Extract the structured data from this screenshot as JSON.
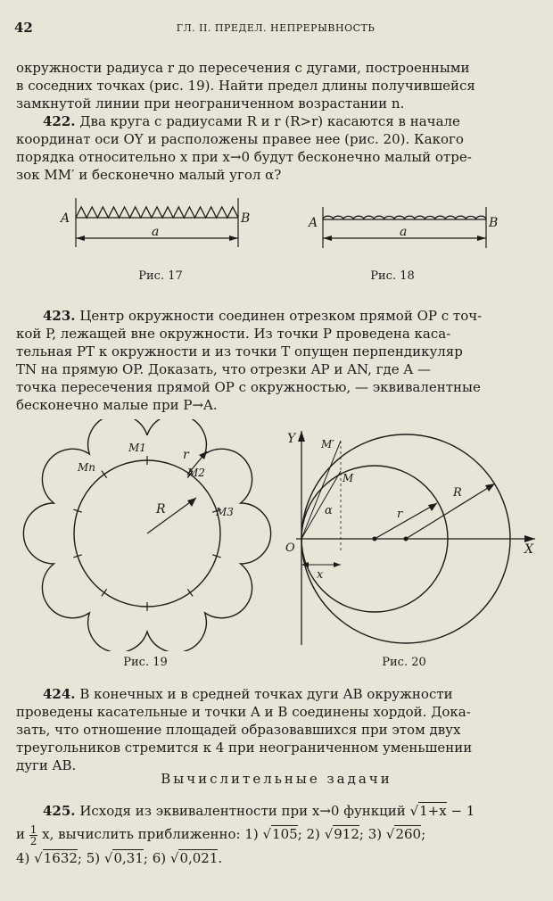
{
  "header": {
    "page_number": "42",
    "running_title": "ГЛ. II. ПРЕДЕЛ. НЕПРЕРЫВНОСТЬ"
  },
  "intro": {
    "line1": "окружности радиуса r до пересечения с дугами, построенными",
    "line2": "в соседних точках (рис. 19). Найти предел длины получившейся",
    "line3": "замкнутой линии при неограниченном возрастании n."
  },
  "p422": {
    "num": "422.",
    "line1": " Два круга с радиусами R и r (R>r) касаются в начале",
    "line2": "координат оси OY и расположены правее нее (рис. 20). Какого",
    "line3": "порядка относительно x при x→0 будут бесконечно малый отре-",
    "line4": "зок MM′ и бесконечно малый угол α?"
  },
  "fig17": {
    "label_a": "A",
    "label_b": "B",
    "length": "a",
    "caption": "Рис. 17",
    "teeth": 15
  },
  "fig18": {
    "label_a": "A",
    "label_b": "B",
    "length": "a",
    "caption": "Рис. 18",
    "arcs": 16
  },
  "p423": {
    "num": "423.",
    "line1": " Центр окружности соединен отрезком прямой OP с точ-",
    "line2": "кой P, лежащей вне окружности. Из точки P проведена каса-",
    "line3": "тельная PT к окружности и из точки T опущен перпендикуляр",
    "line4": "TN на прямую OP. Доказать, что отрезки AP и AN, где A —",
    "line5": "точка пересечения прямой OP с окружностью, — эквивалентные",
    "line6": "бесконечно малые при P→A."
  },
  "fig19": {
    "caption": "Рис. 19",
    "labels": {
      "m1": "M1",
      "m2": "M2",
      "m3": "M3",
      "mn": "Mn",
      "r_small": "r",
      "r_big": "R"
    },
    "scallops": 10,
    "tick_marks": 10
  },
  "fig20": {
    "caption": "Рис. 20",
    "labels": {
      "y": "Y",
      "x": "X",
      "o": "O",
      "m": "M",
      "m_prime": "M′",
      "alpha": "α",
      "r": "r",
      "R": "R",
      "x_seg": "x"
    }
  },
  "p424": {
    "num": "424.",
    "line1": " В конечных и в средней точках дуги AB окружности",
    "line2": "проведены касательные и точки A и B соединены хордой. Дока-",
    "line3": "зать, что отношение площадей образовавшихся при этом двух",
    "line4": "треугольников стремится к 4 при неограниченном уменьшении",
    "line5": "дуги AB."
  },
  "section_title": "Вычислительные задачи",
  "p425": {
    "num": "425.",
    "text_a": " Исходя из эквивалентности при x→0 функций ",
    "root_expr": "1+x",
    "text_b": " − 1",
    "text_c": "и ",
    "frac_num": "1",
    "frac_den": "2",
    "text_d": " x, вычислить приближенно: ",
    "items": [
      {
        "n": "1)",
        "v": "105"
      },
      {
        "n": "2)",
        "v": "912"
      },
      {
        "n": "3)",
        "v": "260"
      },
      {
        "n": "4)",
        "v": "1632"
      },
      {
        "n": "5)",
        "v": "0,31"
      },
      {
        "n": "6)",
        "v": "0,021"
      }
    ]
  }
}
